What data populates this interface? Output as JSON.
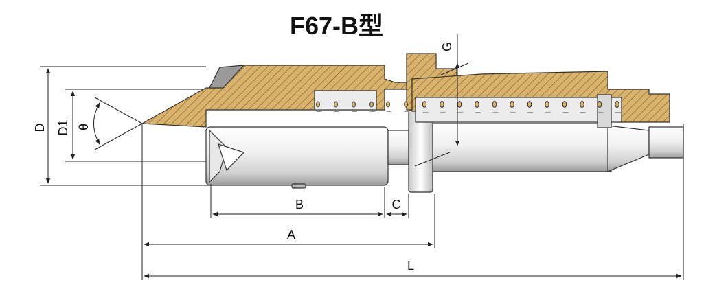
{
  "title": "F67-B型",
  "dimensions": {
    "A": "A",
    "B": "B",
    "C": "C",
    "D": "D",
    "D1": "D1",
    "G": "G",
    "L": "L",
    "theta": "θ"
  },
  "colors": {
    "housing": "#d9b36b",
    "hatch": "#7a5a2a",
    "shaft_light": "#f4f4f4",
    "shaft_dark": "#bdbdbd",
    "outline": "#333333"
  }
}
